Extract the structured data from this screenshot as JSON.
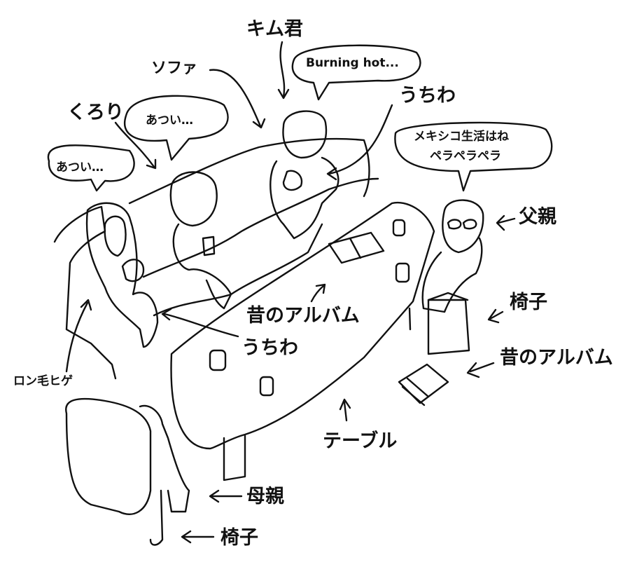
{
  "labels": {
    "kimu": "キム君",
    "sofa": "ソファ",
    "kurori": "くろり",
    "uchiwa_top": "うちわ",
    "father": "父親",
    "chair_right": "椅子",
    "album_right": "昔のアルバム",
    "album_table": "昔のアルバム",
    "uchiwa_mid": "うちわ",
    "ronge": "ロン毛ヒゲ",
    "table": "テーブル",
    "mother": "母親",
    "chair_bottom": "椅子"
  },
  "bubbles": {
    "left": "あつい…",
    "center": "あつい…",
    "english": "Burning hot...",
    "father_line1": "メキシコ生活はね",
    "father_line2": "ペラペラペラ"
  },
  "colors": {
    "ink": "#111111",
    "paper": "#ffffff"
  }
}
